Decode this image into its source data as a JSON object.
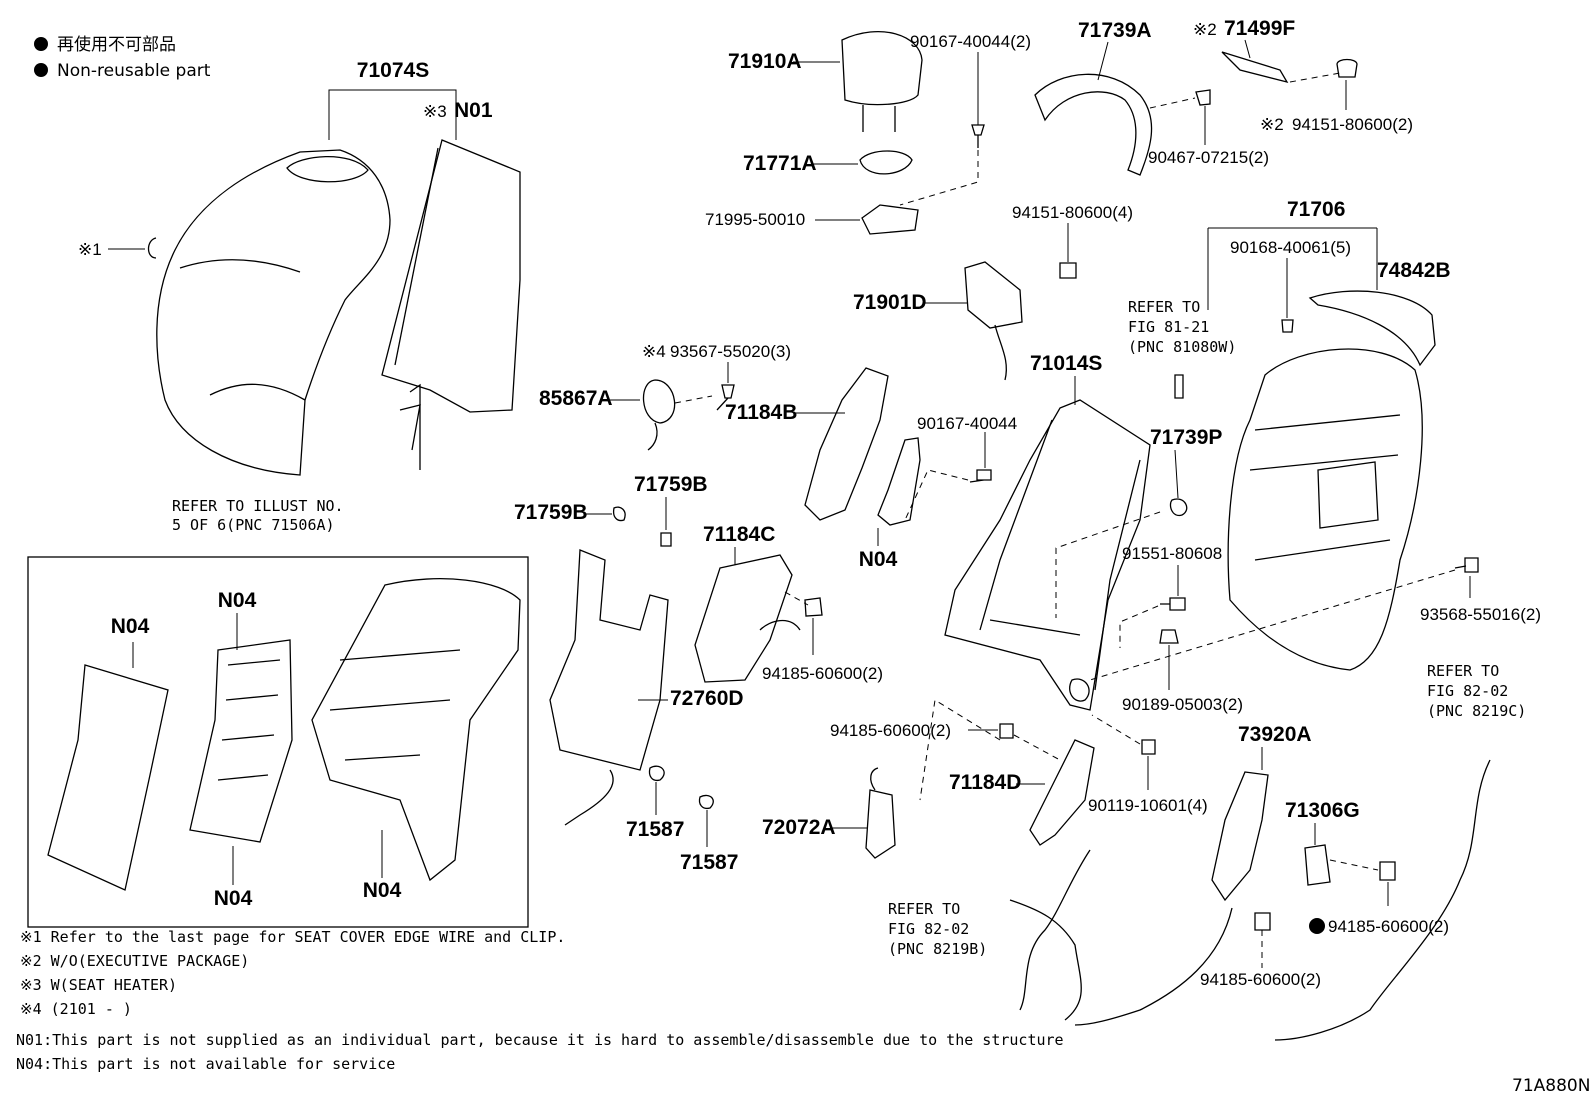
{
  "legend": {
    "jp": "再使用不可部品",
    "en": "Non-reusable part"
  },
  "refer_box": {
    "line1": "REFER TO ILLUST NO.",
    "line2": "5 OF 6(PNC 71506A)"
  },
  "refer_notes": {
    "r81": [
      "REFER TO",
      "FIG 81-21",
      "(PNC 81080W)"
    ],
    "r82c": [
      "REFER TO",
      "FIG 82-02",
      "(PNC 8219C)"
    ],
    "r82b": [
      "REFER TO",
      "FIG 82-02",
      "(PNC 8219B)"
    ]
  },
  "labels": {
    "l71074S": "71074S",
    "l71910A": "71910A",
    "l90167_40044_2": "90167-40044(2)",
    "l71739A": "71739A",
    "l71499F": "71499F",
    "l71499F_mark": "※2",
    "lN01": "N01",
    "lN01_mark": "※3",
    "l94151_80600_2": "94151-80600(2)",
    "l94151_80600_2_mark": "※2",
    "l71771A": "71771A",
    "l90467": "90467-07215(2)",
    "l71995": "71995-50010",
    "l94151_80600_4": "94151-80600(4)",
    "l71706": "71706",
    "l90168": "90168-40061(5)",
    "l74842B": "74842B",
    "l71901D": "71901D",
    "l93567": "93567-55020(3)",
    "l93567_mark": "※4",
    "l85867A": "85867A",
    "l71184B": "71184B",
    "l71014S": "71014S",
    "l90167_40044": "90167-40044",
    "l71739P": "71739P",
    "l71759B_a": "71759B",
    "l71759B_b": "71759B",
    "l71184C": "71184C",
    "lN04_a": "N04",
    "l91551": "91551-80608",
    "l93568": "93568-55016(2)",
    "lN04_b": "N04",
    "lN04_c": "N04",
    "l94185_a": "94185-60600(2)",
    "l72760D": "72760D",
    "l90189": "90189-05003(2)",
    "l94185_b": "94185-60600(2)",
    "l73920A": "73920A",
    "l71184D": "71184D",
    "l90119": "90119-10601(4)",
    "l71306G": "71306G",
    "l71587_a": "71587",
    "l72072A": "72072A",
    "l71587_b": "71587",
    "lN04_d": "N04",
    "lN04_e": "N04",
    "l94185_c": "94185-60600(2)",
    "l94185_d": "94185-60600(2)",
    "mark1": "※1"
  },
  "footnotes": [
    "※1 Refer to the last page for SEAT COVER EDGE WIRE and CLIP.",
    "※2 W/O(EXECUTIVE PACKAGE)",
    "※3 W(SEAT HEATER)",
    "※4 (2101 -    )",
    "N01:This part is not supplied as an individual part, because it is hard to assemble/disassemble due to the structure",
    "N04:This part is not available for service"
  ],
  "illustration_code": "71A880N"
}
